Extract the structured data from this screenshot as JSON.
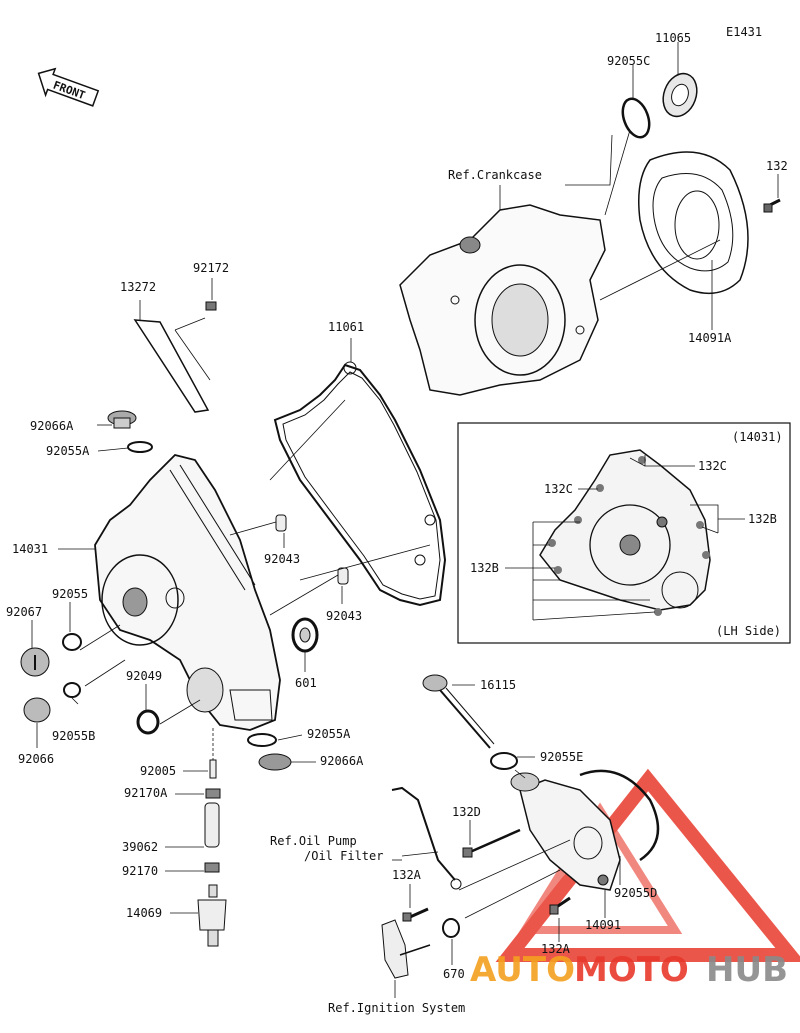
{
  "diagram_code": "E1431",
  "front_label": "FRONT",
  "inset": {
    "title": "(14031)",
    "footer": "(LH Side)"
  },
  "refs": {
    "crankcase": "Ref.Crankcase",
    "oil_pump_line1": "Ref.Oil Pump",
    "oil_pump_line2": "/Oil Filter",
    "ignition": "Ref.Ignition System"
  },
  "parts": {
    "p11065": "11065",
    "p92055C": "92055C",
    "p132_top": "132",
    "p14091A": "14091A",
    "p13272": "13272",
    "p92172": "92172",
    "p11061": "11061",
    "p92066A_top": "92066A",
    "p92055A_top": "92055A",
    "p14031": "14031",
    "p92043_a": "92043",
    "p92043_b": "92043",
    "p92055": "92055",
    "p92067": "92067",
    "p601": "601",
    "p92049": "92049",
    "p92066": "92066",
    "p92055B": "92055B",
    "p92055A_bot": "92055A",
    "p92066A_bot": "92066A",
    "p92005": "92005",
    "p92170A": "92170A",
    "p39062": "39062",
    "p92170": "92170",
    "p14069": "14069",
    "p16115": "16115",
    "p92055E": "92055E",
    "p132D": "132D",
    "p132A_a": "132A",
    "p132A_b": "132A",
    "p92055D": "92055D",
    "p14091": "14091",
    "p670": "670",
    "p132C_a": "132C",
    "p132C_b": "132C",
    "p132B_a": "132B",
    "p132B_b": "132B"
  },
  "watermark": {
    "part1": "AUTO",
    "part2": "MOTO",
    "part3": "HUB"
  },
  "colors": {
    "watermark_red": "#e8392c",
    "watermark_orange": "#f5a020",
    "watermark_gray": "#8a8a8a",
    "line": "#111111"
  }
}
